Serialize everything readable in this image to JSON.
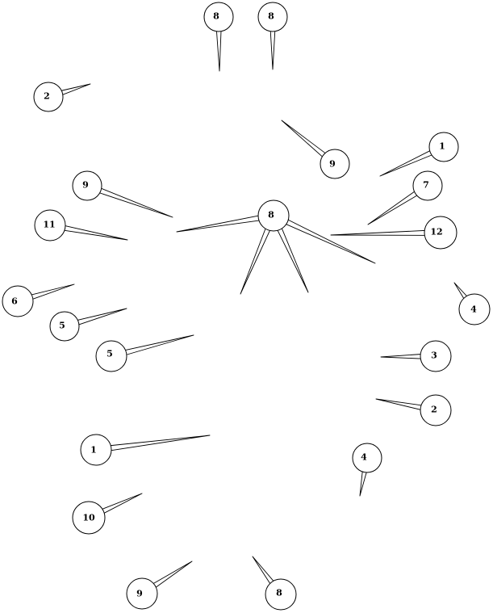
{
  "callouts": [
    {
      "id": "c01",
      "label": "8"
    },
    {
      "id": "c02",
      "label": "8"
    },
    {
      "id": "c03",
      "label": "2"
    },
    {
      "id": "c04",
      "label": "9"
    },
    {
      "id": "c05",
      "label": "1"
    },
    {
      "id": "c06",
      "label": "9"
    },
    {
      "id": "c07",
      "label": "7"
    },
    {
      "id": "c08",
      "label": "8"
    },
    {
      "id": "c09",
      "label": "11"
    },
    {
      "id": "c10",
      "label": "12"
    },
    {
      "id": "c11",
      "label": "6"
    },
    {
      "id": "c12",
      "label": "4"
    },
    {
      "id": "c13",
      "label": "5"
    },
    {
      "id": "c14",
      "label": "5"
    },
    {
      "id": "c15",
      "label": "3"
    },
    {
      "id": "c16",
      "label": "2"
    },
    {
      "id": "c17",
      "label": "4"
    },
    {
      "id": "c18",
      "label": "1"
    },
    {
      "id": "c19",
      "label": "10"
    },
    {
      "id": "c20",
      "label": "9"
    },
    {
      "id": "c21",
      "label": "8"
    }
  ]
}
